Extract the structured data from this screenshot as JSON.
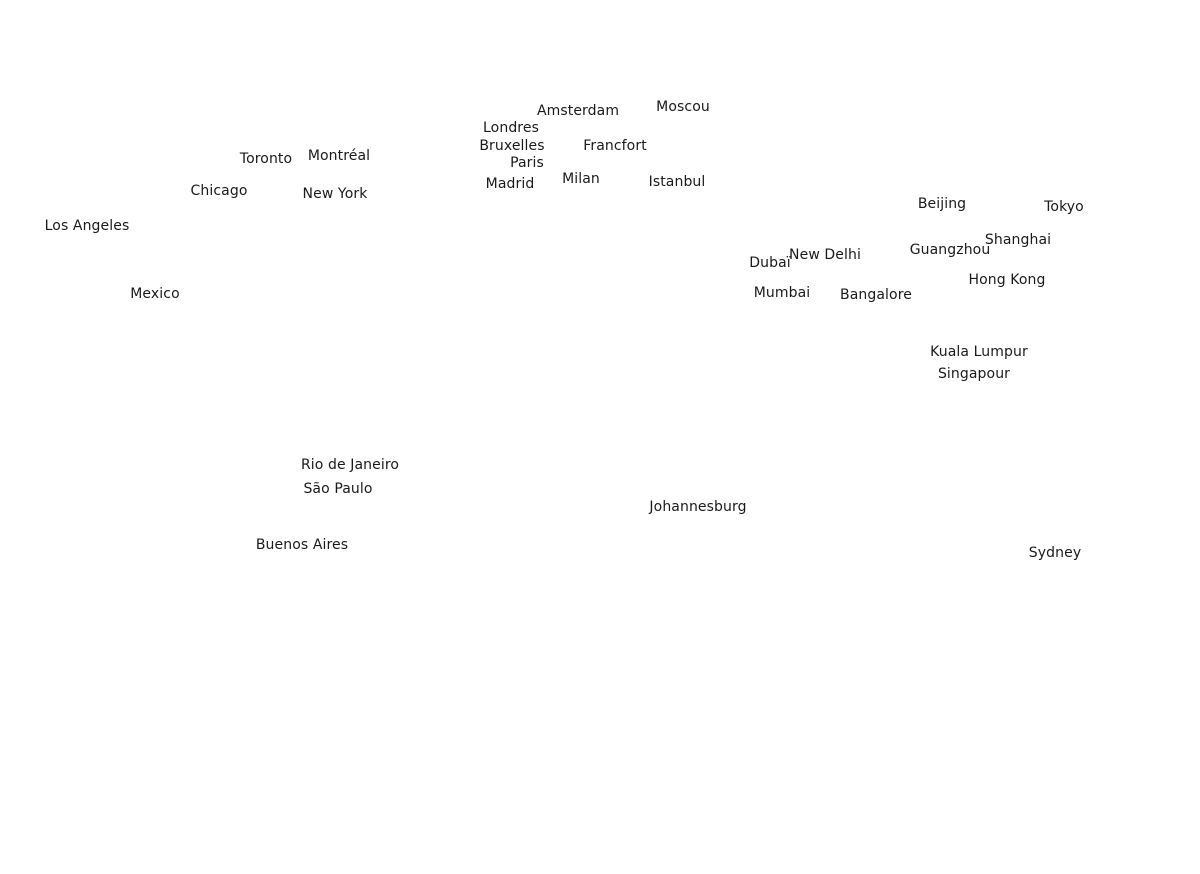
{
  "colors": {
    "background": "#ffffff",
    "label": "#1a1a1a"
  },
  "cities": [
    {
      "id": "amsterdam",
      "name": "Amsterdam"
    },
    {
      "id": "moscou",
      "name": "Moscou"
    },
    {
      "id": "londres",
      "name": "Londres"
    },
    {
      "id": "bruxelles",
      "name": "Bruxelles"
    },
    {
      "id": "francfort",
      "name": "Francfort"
    },
    {
      "id": "paris",
      "name": "Paris"
    },
    {
      "id": "madrid",
      "name": "Madrid"
    },
    {
      "id": "milan",
      "name": "Milan"
    },
    {
      "id": "istanbul",
      "name": "Istanbul"
    },
    {
      "id": "toronto",
      "name": "Toronto"
    },
    {
      "id": "montreal",
      "name": "Montréal"
    },
    {
      "id": "chicago",
      "name": "Chicago"
    },
    {
      "id": "new-york",
      "name": "New York"
    },
    {
      "id": "los-angeles",
      "name": "Los Angeles"
    },
    {
      "id": "mexico",
      "name": "Mexico"
    },
    {
      "id": "beijing",
      "name": "Beijing"
    },
    {
      "id": "tokyo",
      "name": "Tokyo"
    },
    {
      "id": "shanghai",
      "name": "Shanghai"
    },
    {
      "id": "guangzhou",
      "name": "Guangzhou"
    },
    {
      "id": "new-delhi",
      "name": "New Delhi"
    },
    {
      "id": "dubai",
      "name": "Dubaï"
    },
    {
      "id": "hong-kong",
      "name": "Hong Kong"
    },
    {
      "id": "mumbai",
      "name": "Mumbai"
    },
    {
      "id": "bangalore",
      "name": "Bangalore"
    },
    {
      "id": "kuala-lumpur",
      "name": "Kuala Lumpur"
    },
    {
      "id": "singapour",
      "name": "Singapour"
    },
    {
      "id": "rio-de-janeiro",
      "name": "Rio de Janeiro"
    },
    {
      "id": "sao-paulo",
      "name": "São Paulo"
    },
    {
      "id": "johannesburg",
      "name": "Johannesburg"
    },
    {
      "id": "buenos-aires",
      "name": "Buenos Aires"
    },
    {
      "id": "sydney",
      "name": "Sydney"
    }
  ]
}
